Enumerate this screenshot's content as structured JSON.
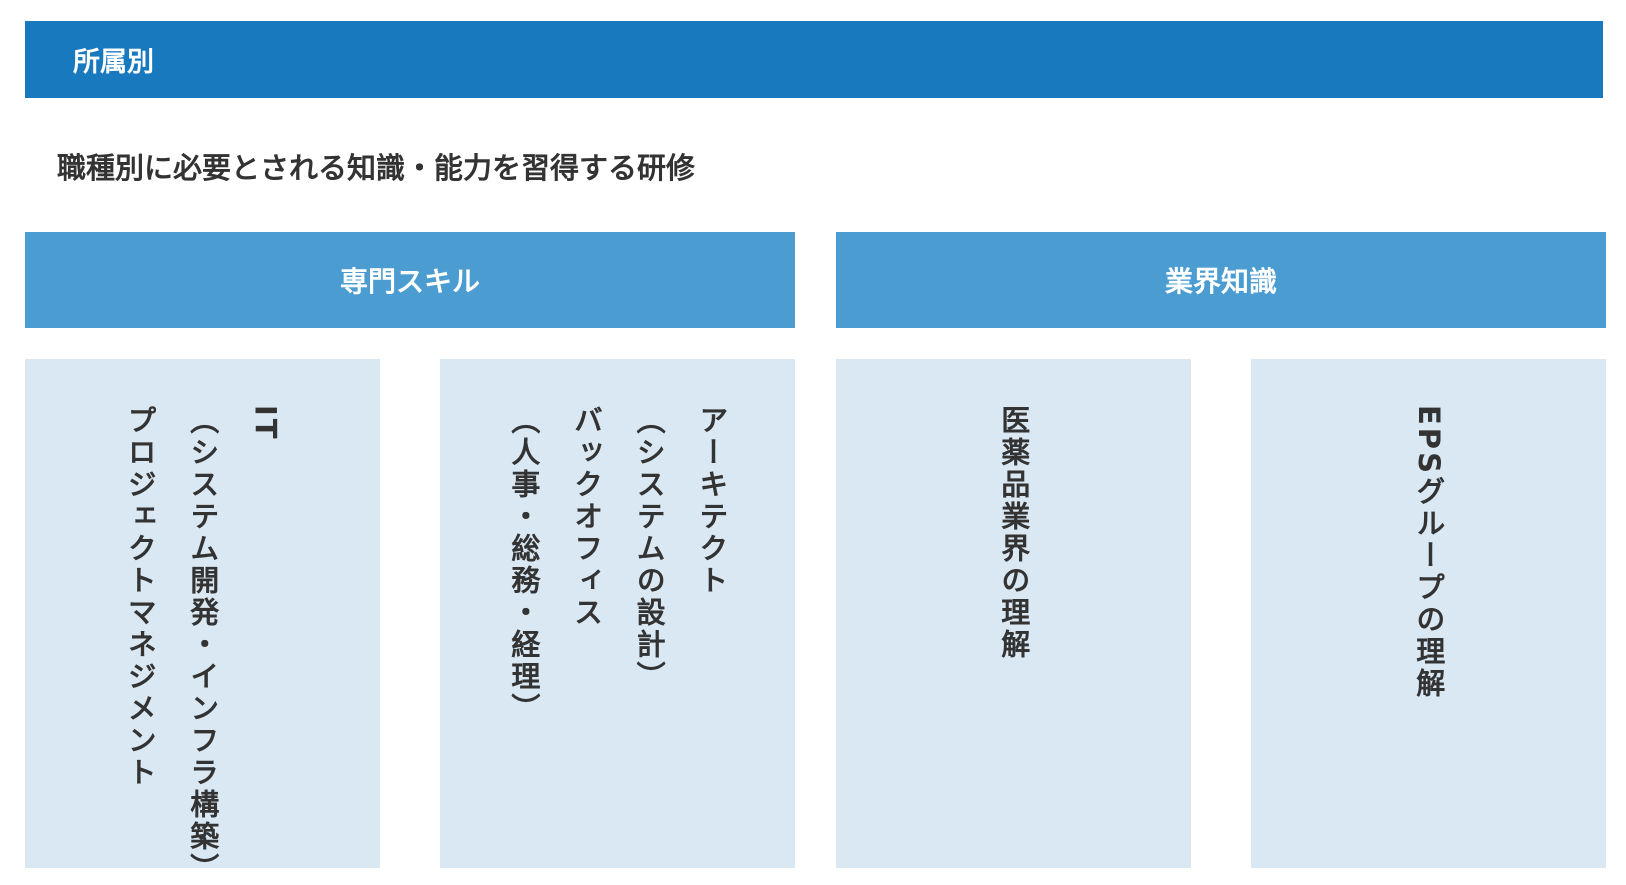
{
  "header": {
    "title": "所属別"
  },
  "subtitle": "職種別に必要とされる知識・能力を習得する研修",
  "categories": [
    {
      "label": "専門スキル",
      "cards": [
        {
          "lines": [
            "IT",
            "（システム開発・インフラ構築）",
            "プロジェクトマネジメント"
          ]
        },
        {
          "lines": [
            "アーキテクト",
            "（システムの設計）",
            "バックオフィス",
            "（人事・総務・経理）"
          ]
        }
      ]
    },
    {
      "label": "業界知識",
      "cards": [
        {
          "lines": [
            "医薬品業界の理解"
          ]
        },
        {
          "lines": [
            "EPSグループの理解"
          ]
        }
      ]
    }
  ],
  "colors": {
    "header_bg": "#1879bf",
    "category_bg": "#4b9cd0",
    "card_bg": "#d9e8f3",
    "text": "#333333",
    "header_text": "#ffffff"
  }
}
